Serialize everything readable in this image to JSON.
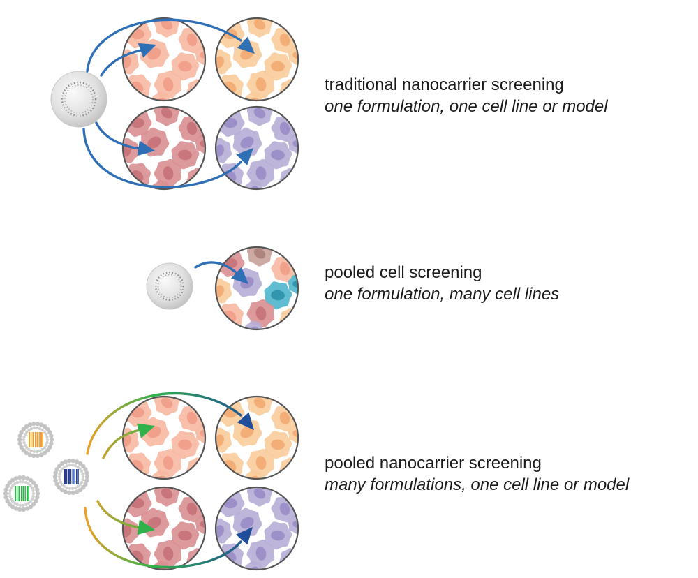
{
  "sections": [
    {
      "title": "traditional nanocarrier screening",
      "subtitle": "one formulation, one cell line or model"
    },
    {
      "title": "pooled cell screening",
      "subtitle": "one formulation, many cell lines"
    },
    {
      "title": "pooled nanocarrier screening",
      "subtitle": "many formulations, one cell line or model"
    }
  ],
  "colors": {
    "arrow_blue": "#2f6fb5",
    "arrow_dark_blue": "#1f4e9a",
    "gradient_orange": "#f0a02a",
    "gradient_green": "#2fb24a",
    "peach_cells": "#f7b8a2",
    "peach_nuclei": "#f09a86",
    "orange_cells": "#f8cc9a",
    "orange_nuclei": "#f2a76e",
    "red_cells": "#d98f91",
    "red_nuclei": "#c46f76",
    "purple_cells": "#b7aed6",
    "purple_nuclei": "#9889c4",
    "teal_cell": "#4fb6cc",
    "barcode_orange": "#f0a02a",
    "barcode_blue": "#1f3e9a",
    "barcode_green": "#2fb24a",
    "nanocarrier_gray": "#d4d4d4"
  },
  "icons": {
    "nanocarrier": "nanocarrier-sphere-icon",
    "barcoded": "barcoded-nanocarrier-icon",
    "well": "cell-culture-well-icon",
    "arrow": "curved-arrow-icon"
  }
}
